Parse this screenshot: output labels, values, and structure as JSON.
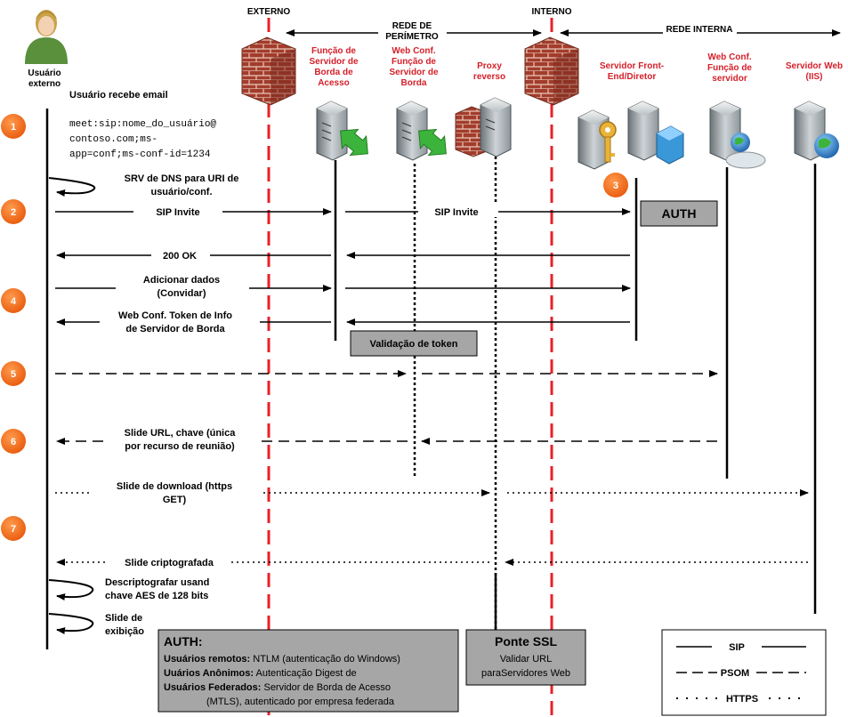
{
  "zones": {
    "externo": "EXTERNO",
    "perimetro_1": "REDE DE",
    "perimetro_2": "PERÍMETRO",
    "interno": "INTERNO",
    "rede_interna": "REDE INTERNA"
  },
  "actors": {
    "user_1": "Usuário",
    "user_2": "externo",
    "edge_access": [
      "Função de",
      "Servidor de",
      "Borda de",
      "Acesso"
    ],
    "edge_webconf": [
      "Web Conf.",
      "Função de",
      "Servidor de",
      "Borda"
    ],
    "proxy": [
      "Proxy",
      "reverso"
    ],
    "frontend": [
      "Servidor Front-",
      "End/Diretor"
    ],
    "webconf_server": [
      "Web Conf.",
      "Função de",
      "servidor"
    ],
    "webserver": [
      "Servidor Web",
      "(IIS)"
    ]
  },
  "steps": [
    "1",
    "2",
    "3",
    "4",
    "5",
    "6",
    "7"
  ],
  "messages": {
    "email_title": "Usuário recebe email",
    "meet_uri": [
      "meet:sip:nome_do_usuário@",
      "contoso.com;ms-",
      "app=conf;ms-conf-id=1234"
    ],
    "dns": [
      "SRV de DNS para URI de",
      "usuário/conf."
    ],
    "sip_invite_1": "SIP Invite",
    "sip_invite_2": "SIP Invite",
    "ok": "200 OK",
    "add_data": [
      "Adicionar dados",
      "(Convidar)"
    ],
    "token": [
      "Web Conf. Token de Info",
      "de Servidor de Borda"
    ],
    "slide_url": [
      "Slide URL, chave (única",
      "por recurso de reunião)"
    ],
    "download": [
      "Slide de download (https",
      "GET)"
    ],
    "encrypted": "Slide criptografada",
    "decrypt": [
      "Descriptografar usand",
      "chave AES de 128 bits"
    ],
    "display": [
      "Slide de",
      "exibição"
    ]
  },
  "boxes": {
    "auth": "AUTH",
    "token_validation": "Validação de token"
  },
  "auth_note": {
    "title": "AUTH:",
    "line1_bold": "Usuários remotos:",
    "line1": " NTLM (autenticação do Windows)",
    "line2_bold": "Uuários Anônimos:",
    "line2": " Autenticação Digest de",
    "line3_bold": "Usuários Federados:",
    "line3": " Servidor de Borda de Acesso",
    "line4": "(MTLS), autenticado por empresa federada"
  },
  "ssl_note": {
    "title": "Ponte SSL",
    "line1": "Validar URL",
    "line2": "paraServidores Web"
  },
  "legend": {
    "sip": "SIP",
    "psom": "PSOM",
    "https": "HTTPS"
  },
  "colors": {
    "firewall_line": "#e8202a",
    "zone_label_red": "#d4202a",
    "step_circle": "#f26b1d",
    "note_box": "#a6a6a6",
    "arrow_green": "#3cb43c"
  }
}
